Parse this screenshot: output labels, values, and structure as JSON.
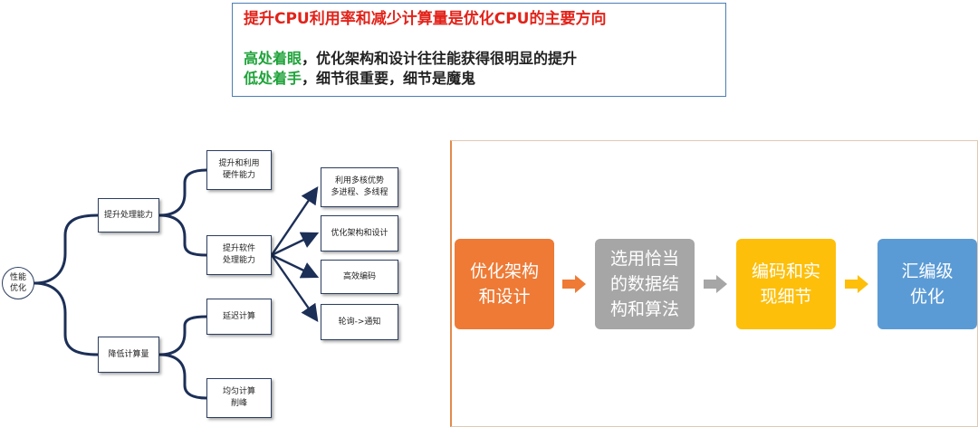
{
  "header": {
    "title": "提升CPU利用率和减少计算量是优化CPU的主要方向",
    "line1_accent": "高处着眼",
    "line1_rest": "，优化架构和设计往往能获得很明显的提升",
    "line2_accent": "低处着手",
    "line2_rest": "，细节很重要，细节是魔鬼"
  },
  "tree": {
    "root": "性能\n优化",
    "branch1": "提升处理能力",
    "branch1_sub1": "提升和利用\n硬件能力",
    "branch1_sub2": "提升软件\n处理能力",
    "leaves": [
      "利用多核优势\n多进程、多线程",
      "优化架构和设计",
      "高效编码",
      "轮询->通知"
    ],
    "branch2": "降低计算量",
    "branch2_sub1": "延迟计算",
    "branch2_sub2": "均匀计算\n削峰"
  },
  "flow": {
    "steps": [
      {
        "label": "优化架构\n和设计",
        "color": "#ee7a35"
      },
      {
        "label": "选用恰当\n的数据结\n构和算法",
        "color": "#a6a6a6"
      },
      {
        "label": "编码和实\n现细节",
        "color": "#fdbf0a"
      },
      {
        "label": "汇编级\n优化",
        "color": "#5b9bd5"
      }
    ],
    "arrow_colors": [
      "#ee7a35",
      "#a6a6a6",
      "#fdbf0a"
    ]
  }
}
